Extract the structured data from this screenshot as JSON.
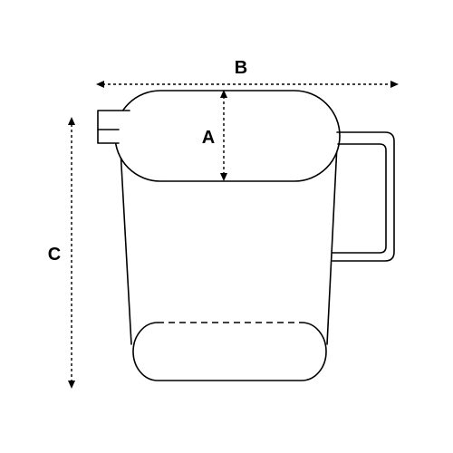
{
  "labels": {
    "width_a": "A",
    "width_b": "B",
    "height_c": "C"
  },
  "colors": {
    "stroke": "#000000",
    "background": "#ffffff"
  }
}
